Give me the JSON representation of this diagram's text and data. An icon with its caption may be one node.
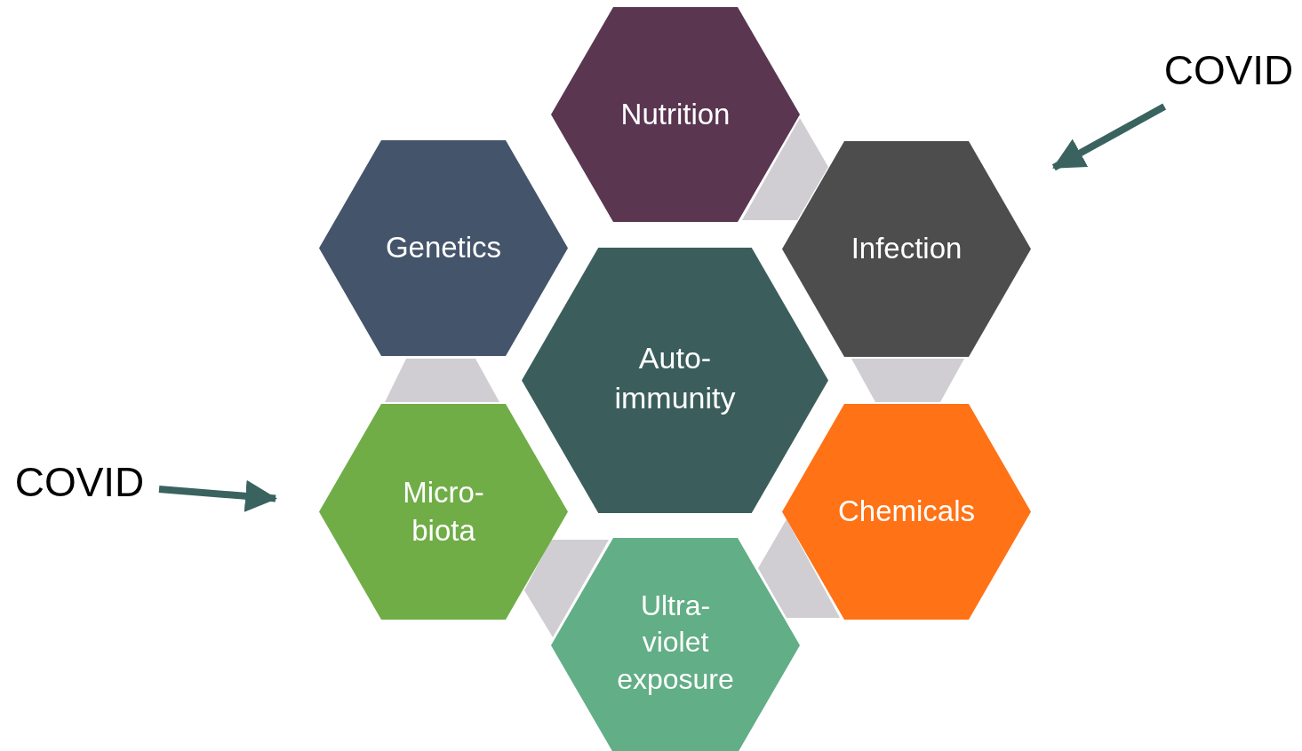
{
  "diagram": {
    "nodes": [
      {
        "text": [
          "Nutrition"
        ]
      },
      {
        "text": [
          "Genetics"
        ]
      },
      {
        "text": [
          "Infection"
        ]
      },
      {
        "text": [
          "Auto- immunity"
        ]
      },
      {
        "text": [
          "Micro- biota"
        ]
      },
      {
        "text": [
          "Chemicals"
        ]
      },
      {
        "text": [
          "Ultra- violet exposure"
        ]
      },
      {
        "text": [
          "COVID"
        ]
      },
      {
        "text": [
          "COVID"
        ]
      },
      {
        "text": [],
        "shape": "bar"
      },
      {
        "text": [],
        "shape": "bar"
      },
      {
        "text": [],
        "shape": "bar"
      },
      {
        "text": [],
        "shape": "bar"
      },
      {
        "text": [],
        "shape": "bar"
      }
    ],
    "edges": [
      {
        "from": 7,
        "to": 2,
        "arrow": "to"
      },
      {
        "from": 8,
        "to": 4,
        "arrow": "to"
      }
    ]
  }
}
